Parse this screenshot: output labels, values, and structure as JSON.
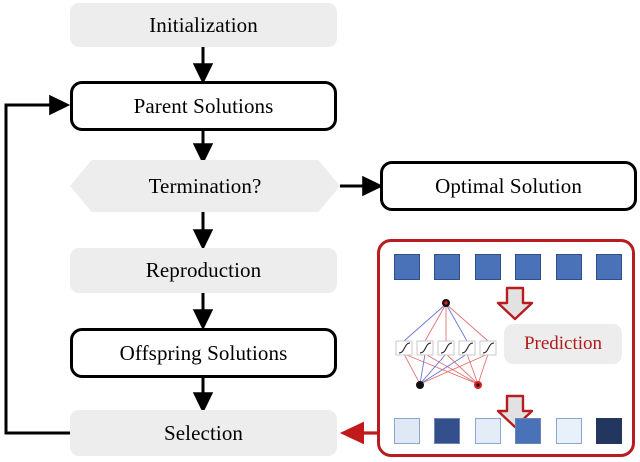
{
  "diagram": {
    "title": "Surrogate-assisted evolutionary algorithm flowchart",
    "nodes": {
      "initialization": "Initialization",
      "parent_solutions": "Parent Solutions",
      "termination": "Termination?",
      "optimal_solution": "Optimal Solution",
      "reproduction": "Reproduction",
      "offspring_solutions": "Offspring Solutions",
      "selection": "Selection"
    },
    "panel": {
      "label": "Prediction",
      "input_squares": [
        {
          "fill": "#4a72b8",
          "stroke": "#2f4f86"
        },
        {
          "fill": "#4a72b8",
          "stroke": "#2f4f86"
        },
        {
          "fill": "#4a72b8",
          "stroke": "#2f4f86"
        },
        {
          "fill": "#4a72b8",
          "stroke": "#2f4f86"
        },
        {
          "fill": "#4a72b8",
          "stroke": "#2f4f86"
        },
        {
          "fill": "#4a72b8",
          "stroke": "#2f4f86"
        }
      ],
      "output_squares": [
        {
          "fill": "#dfe8f5",
          "stroke": "#8ba6ce"
        },
        {
          "fill": "#33508d",
          "stroke": "#6b85b4"
        },
        {
          "fill": "#e3ecf7",
          "stroke": "#8ba6ce"
        },
        {
          "fill": "#4a72b8",
          "stroke": "#6b85b4"
        },
        {
          "fill": "#e8f0fa",
          "stroke": "#8ba6ce"
        },
        {
          "fill": "#22365f",
          "stroke": "#22365f"
        }
      ],
      "network": {
        "hidden_units": 5,
        "top_nodes": 1,
        "bottom_nodes": 2,
        "edge_colors": [
          "#e05a5a",
          "#4a5fd0"
        ],
        "node_colors": [
          "#000000",
          "#d81f1f"
        ]
      },
      "border_color": "#b81c20",
      "arrow_fill": "#e2e2e2",
      "arrow_stroke": "#b81c20"
    },
    "colors": {
      "process_fill": "#ededed",
      "box_stroke": "#000000",
      "feedback_arrow": "#000000",
      "prediction_arrow": "#c01a1a"
    }
  }
}
